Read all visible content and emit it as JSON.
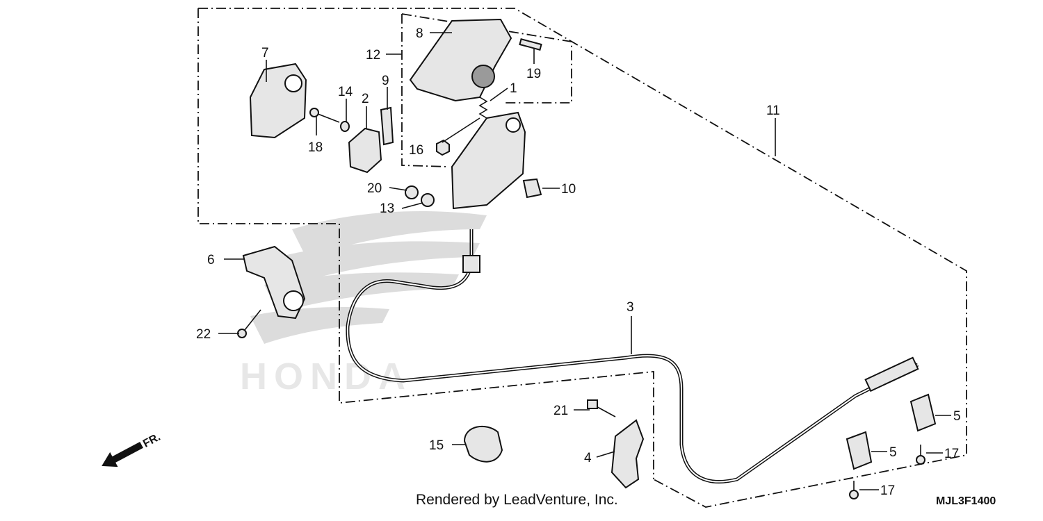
{
  "parts": {
    "p1": "1",
    "p2": "2",
    "p3": "3",
    "p4": "4",
    "p5a": "5",
    "p5b": "5",
    "p6": "6",
    "p7": "7",
    "p8": "8",
    "p9": "9",
    "p10": "10",
    "p11": "11",
    "p12": "12",
    "p13": "13",
    "p14": "14",
    "p15": "15",
    "p16": "16",
    "p17a": "17",
    "p17b": "17",
    "p18": "18",
    "p19": "19",
    "p20": "20",
    "p21": "21",
    "p22": "22"
  },
  "direction_label": "FR.",
  "watermark": "HONDA",
  "footer": {
    "credit": "Rendered by LeadVenture, Inc.",
    "code": "MJL3F1400"
  },
  "colors": {
    "ink": "#111111",
    "fill": "#e6e6e6",
    "watermark": "#bdbdbd"
  }
}
